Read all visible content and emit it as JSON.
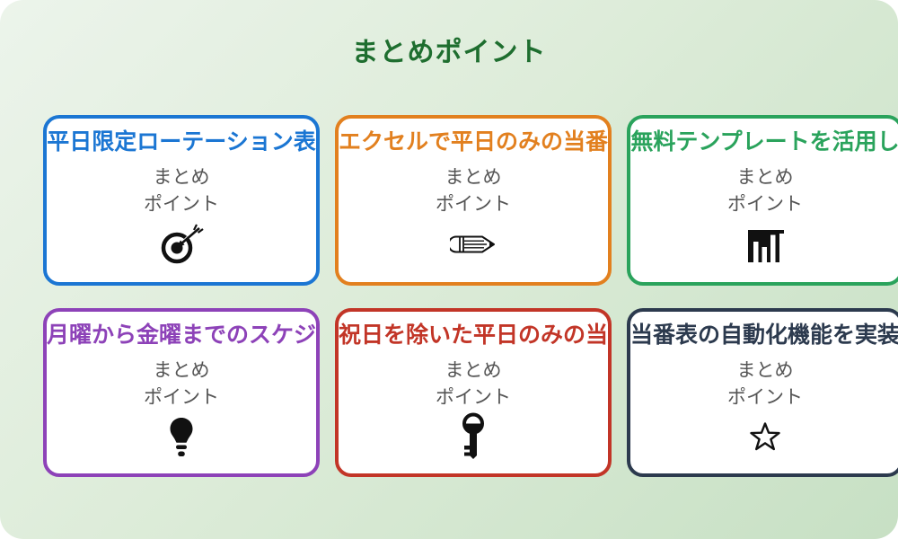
{
  "page": {
    "title": "まとめポイント",
    "title_color": "#1e6e2f",
    "background_gradient": [
      "#ecf4eb",
      "#c7e0c4"
    ]
  },
  "card_subtitle": {
    "line1": "まとめ",
    "line2": "ポイント"
  },
  "cards": [
    {
      "title": "平日限定ローテーション表",
      "color": "#1b76d3",
      "icon": "target-dart"
    },
    {
      "title": "エクセルで平日のみの当番",
      "color": "#e2801f",
      "icon": "pencil"
    },
    {
      "title": "無料テンプレートを活用し",
      "color": "#2aa35c",
      "icon": "bar-chart"
    },
    {
      "title": "月曜から金曜までのスケジ",
      "color": "#8d42b8",
      "icon": "light-bulb"
    },
    {
      "title": "祝日を除いた平日のみの当",
      "color": "#c23527",
      "icon": "key"
    },
    {
      "title": "当番表の自動化機能を実装",
      "color": "#2c3a4e",
      "icon": "star"
    }
  ]
}
